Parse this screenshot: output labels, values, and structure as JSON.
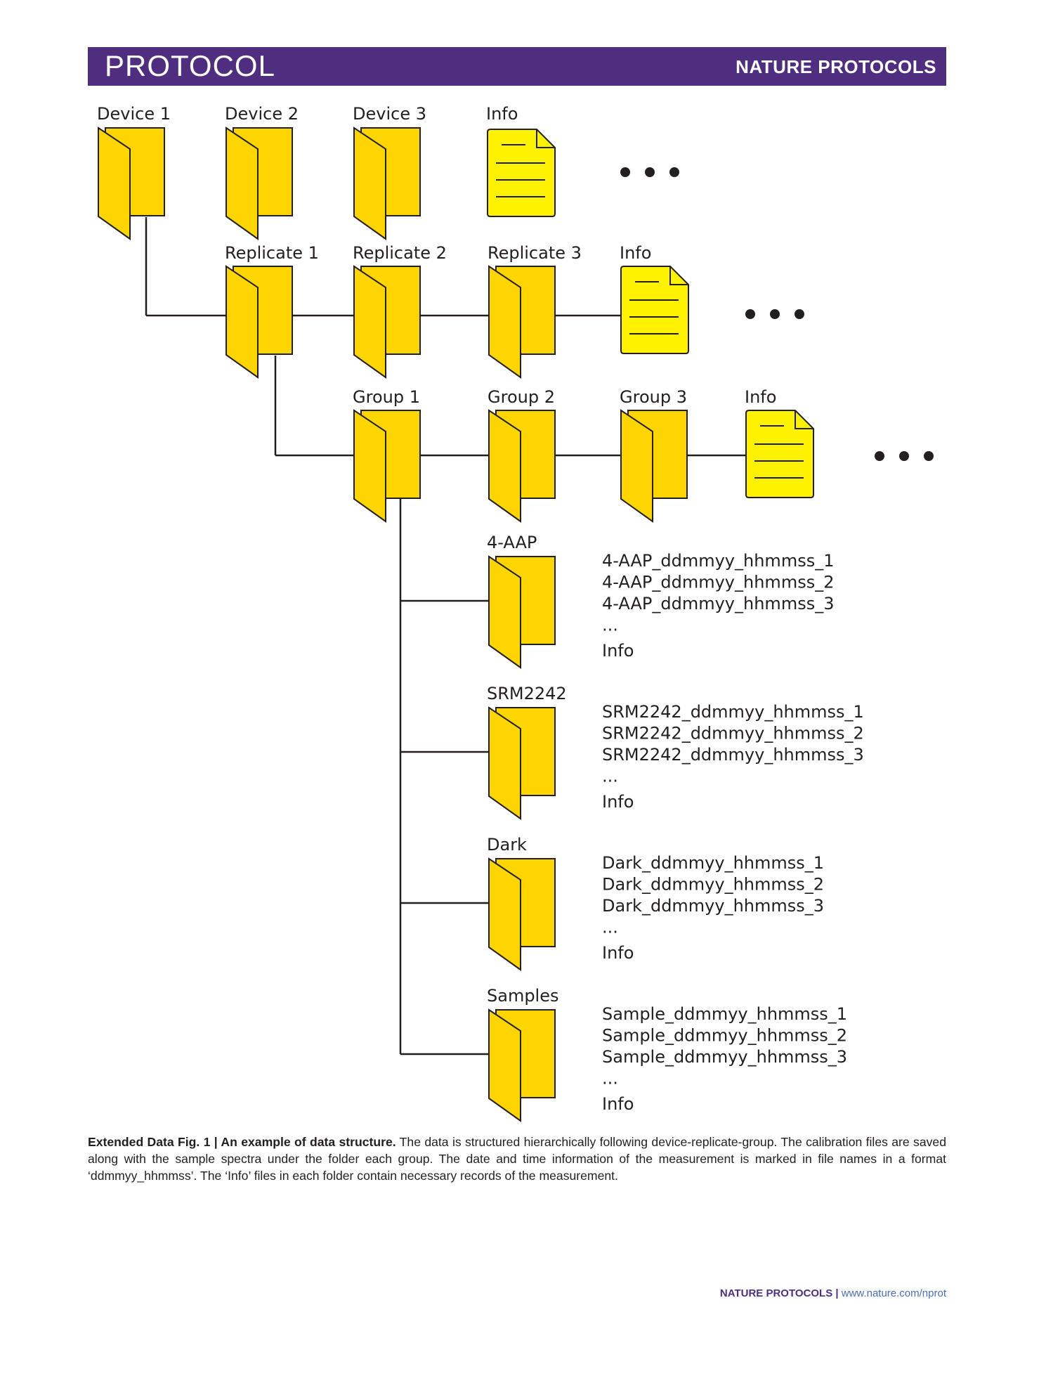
{
  "header": {
    "section": "PROTOCOL",
    "journal": "NATURE PROTOCOLS"
  },
  "diagram": {
    "devices": [
      "Device 1",
      "Device 2",
      "Device 3",
      "Info"
    ],
    "replicates": [
      "Replicate 1",
      "Replicate 2",
      "Replicate 3",
      "Info"
    ],
    "groups": [
      "Group 1",
      "Group 2",
      "Group 3",
      "Info"
    ],
    "ellipsis": "• • •",
    "subfolders": [
      {
        "name": "4-AAP",
        "files": [
          "4-AAP_ddmmyy_hhmmss_1",
          "4-AAP_ddmmyy_hhmmss_2",
          "4-AAP_ddmmyy_hhmmss_3",
          "...",
          "Info"
        ]
      },
      {
        "name": "SRM2242",
        "files": [
          "SRM2242_ddmmyy_hhmmss_1",
          "SRM2242_ddmmyy_hhmmss_2",
          "SRM2242_ddmmyy_hhmmss_3",
          "...",
          "Info"
        ]
      },
      {
        "name": "Dark",
        "files": [
          "Dark_ddmmyy_hhmmss_1",
          "Dark_ddmmyy_hhmmss_2",
          "Dark_ddmmyy_hhmmss_3",
          "...",
          "Info"
        ]
      },
      {
        "name": "Samples",
        "files": [
          "Sample_ddmmyy_hhmmss_1",
          "Sample_ddmmyy_hhmmss_2",
          "Sample_ddmmyy_hhmmss_3",
          "...",
          "Info"
        ]
      }
    ],
    "colors": {
      "folder": "#ffd500",
      "document": "#fff200",
      "stroke": "#231f20"
    }
  },
  "caption": {
    "label": "Extended Data Fig. 1 | An example of data structure.",
    "text": " The data is structured hierarchically following device-replicate-group. The calibration files are saved along with the sample spectra under the folder each group. The date and time information of the measurement is marked in file names in a format ‘ddmmyy_hhmmss’. The ‘Info’ files in each folder contain necessary records of the measurement."
  },
  "footer": {
    "journal": "NATURE PROTOCOLS",
    "separator": " | ",
    "url": "www.nature.com/nprot"
  }
}
